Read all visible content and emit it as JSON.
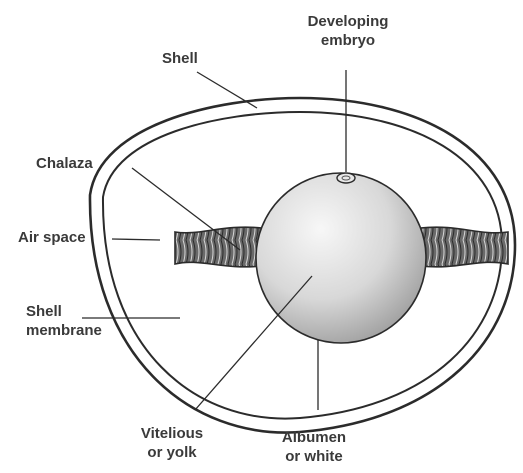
{
  "labels": {
    "developing_embryo": {
      "line1": "Developing",
      "line2": "embryo"
    },
    "shell": "Shell",
    "chalaza": "Chalaza",
    "air_space": "Air space",
    "shell_membrane": {
      "line1": "Shell",
      "line2": "membrane"
    },
    "vitelious": {
      "line1": "Vitelious",
      "line2": "or yolk"
    },
    "albumen": {
      "line1": "Albumen",
      "line2": "or white"
    }
  },
  "colors": {
    "outline": "#2b2b2b",
    "label_text": "#3a3a3a",
    "yolk_light": "#f4f4f4",
    "yolk_dark": "#a8a8a8",
    "chalaza_fill": "#555555"
  }
}
